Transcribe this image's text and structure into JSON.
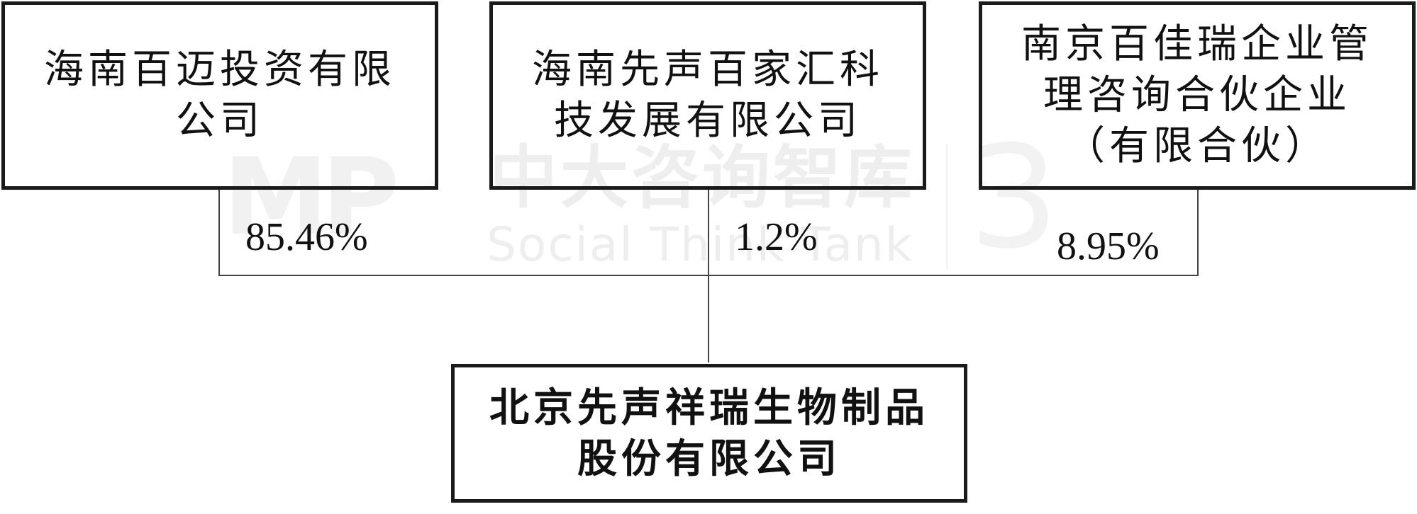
{
  "shareholders": [
    {
      "name": "海南百迈投资有限\n公司",
      "share": "85.46%"
    },
    {
      "name": "海南先声百家汇科\n技发展有限公司",
      "share": "1.2%"
    },
    {
      "name": "南京百佳瑞企业管\n理咨询合伙企业\n（有限合伙）",
      "share": "8.95%"
    }
  ],
  "subsidiary": {
    "name": "北京先声祥瑞生物制品\n股份有限公司"
  },
  "watermark": {
    "logo": "MP",
    "chinese": "中大咨询智库",
    "english": "Social Think Tank",
    "number": "3"
  }
}
